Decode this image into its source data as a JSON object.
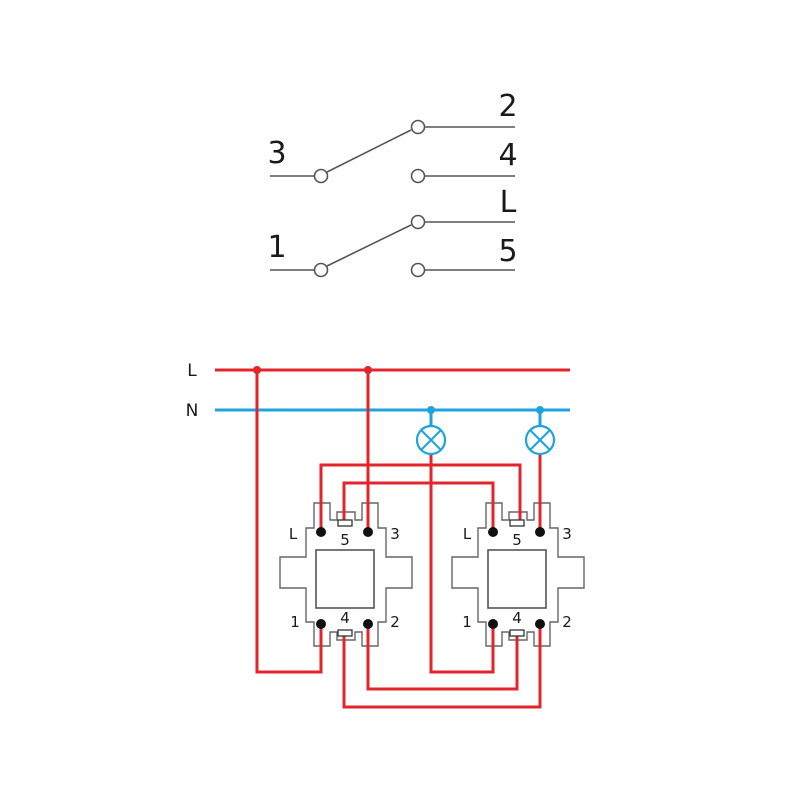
{
  "schematic": {
    "labels": {
      "t3": "3",
      "t2": "2",
      "t4": "4",
      "t1": "1",
      "tL": "L",
      "t5": "5"
    }
  },
  "wiring": {
    "supply": {
      "line": "L",
      "neutral": "N"
    },
    "colors": {
      "line": "#e3242b",
      "neutral": "#1fa3dc",
      "outline": "#666666"
    },
    "switch_a": {
      "L": "L",
      "five": "5",
      "three": "3",
      "one": "1",
      "four": "4",
      "two": "2"
    },
    "switch_b": {
      "L": "L",
      "five": "5",
      "three": "3",
      "one": "1",
      "four": "4",
      "two": "2"
    },
    "lamps": [
      "lamp",
      "lamp"
    ]
  }
}
